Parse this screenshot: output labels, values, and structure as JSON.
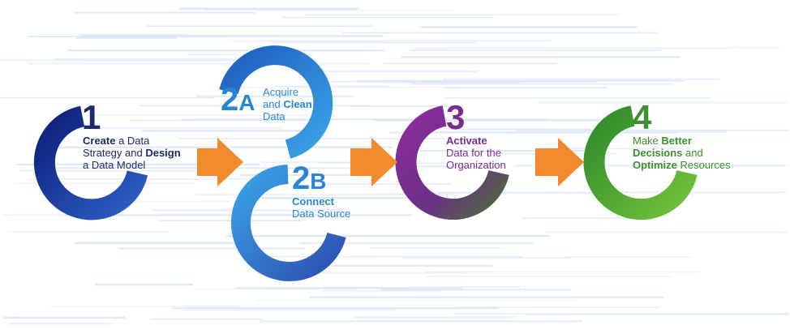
{
  "colors": {
    "step1": "#1a3a9c",
    "step2a": "#2f86d6",
    "step2b": "#3b7fd0",
    "step3": "#7b2d8f",
    "step4": "#4ea63c",
    "arrow": "#f08a2c",
    "text_dark": "#1b2a6b",
    "text_blue": "#2a86d4",
    "text_purple": "#7b2d8f",
    "text_green": "#3c8f2e"
  },
  "steps": {
    "s1": {
      "number": "1",
      "line1_bold": "Create",
      "line1_rest": " a Data",
      "line2_pre": "Strategy and ",
      "line2_bold": "Design",
      "line3": "a Data Model"
    },
    "s2a": {
      "number": "2",
      "letter": "A",
      "line1": "Acquire",
      "line2_pre": "and ",
      "line2_bold": "Clean",
      "line3": "Data"
    },
    "s2b": {
      "number": "2",
      "letter": "B",
      "line1": "Connect",
      "line2": "Data Source"
    },
    "s3": {
      "number": "3",
      "line1": "Activate",
      "line2": "Data for the",
      "line3": "Organization"
    },
    "s4": {
      "number": "4",
      "line1_pre": "Make ",
      "line1_bold": "Better",
      "line2_bold": "Decisions",
      "line2_rest": " and",
      "line3_bold": "Optimize",
      "line3_rest": " Resources"
    }
  }
}
